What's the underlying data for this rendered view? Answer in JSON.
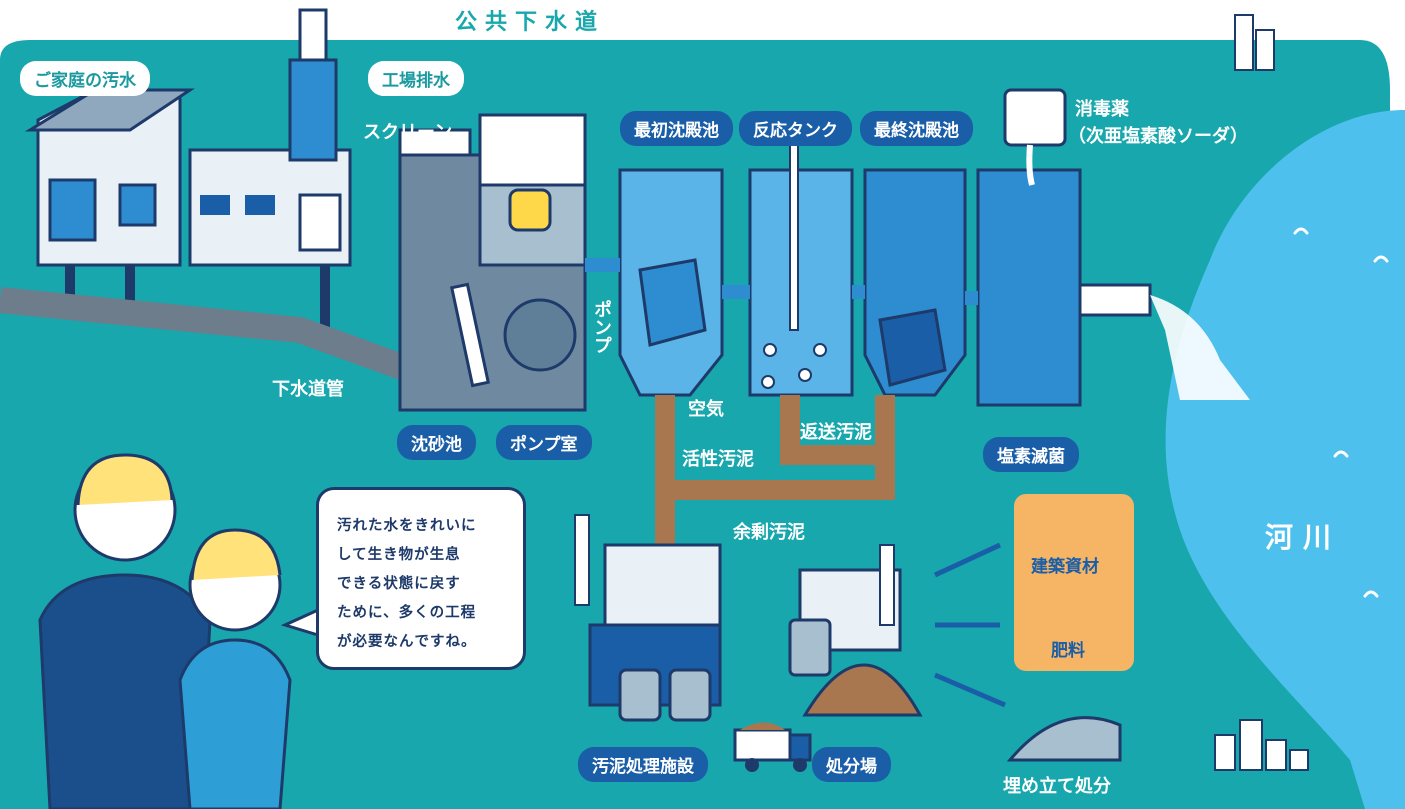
{
  "title": "公共下水道",
  "sources": {
    "household": "ご家庭の汚水",
    "factory": "工場排水"
  },
  "labels": {
    "screen": "スクリーン",
    "pump": "ポンプ",
    "sewer_pipe": "下水道管",
    "grit_chamber": "沈砂池",
    "pump_room": "ポンプ室",
    "primary_tank": "最初沈殿池",
    "reaction_tank": "反応タンク",
    "final_tank": "最終沈殿池",
    "disinfectant_line1": "消毒薬",
    "disinfectant_line2": "（次亜塩素酸ソーダ）",
    "air": "空気",
    "activated_sludge": "活性汚泥",
    "return_sludge": "返送汚泥",
    "excess_sludge": "余剰汚泥",
    "chlorination": "塩素滅菌",
    "sludge_facility": "汚泥処理施設",
    "disposal_site": "処分場",
    "building_materials": "建築資材",
    "fertilizer": "肥料",
    "landfill": "埋め立て処分",
    "river": "河川"
  },
  "speech": {
    "line1": "汚れた水をきれいに",
    "line2": "して生き物が生息",
    "line3": "できる状態に戻す",
    "line4": "ために、多くの工程",
    "line5": "が必要なんですね。"
  },
  "colors": {
    "teal": "#17a7ad",
    "river": "#4ec0ee",
    "navy": "#1b5ea8",
    "water_dark": "#2e8dd0",
    "water_light": "#5ab4e8",
    "sludge": "#a9774f",
    "orange": "#f5b564"
  }
}
